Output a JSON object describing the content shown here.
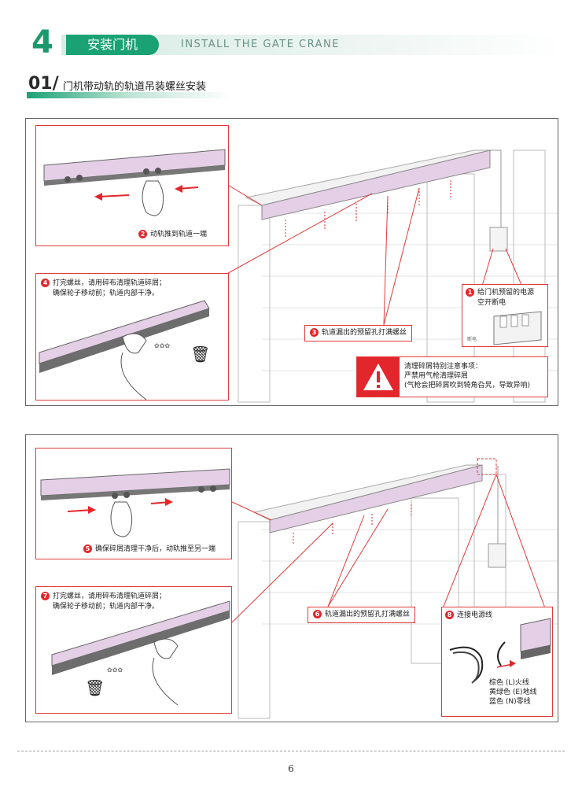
{
  "header": {
    "section_number": "4",
    "section_title_zh": "安装门机",
    "section_title_en": "INSTALL THE GATE CRANE"
  },
  "step": {
    "number": "01/",
    "title": "门机带动轨的轨道吊装螺丝安装"
  },
  "panel1": {
    "callout_1": {
      "badge": "1",
      "text_line1": "给门机预留的电源",
      "text_line2": "空开断电"
    },
    "callout_2": {
      "badge": "2",
      "text": "动轨推到轨道一端"
    },
    "callout_3": {
      "badge": "3",
      "text": "轨道漏出的预留孔打满螺丝"
    },
    "callout_4": {
      "badge": "4",
      "text_line1": "打完螺丝，请用碎布清理轨道碎屑；",
      "text_line2": "确保轮子移动前；轨道内部干净。"
    },
    "warning": {
      "title": "清理碎屑特别注意事项：",
      "line1": "严禁用气枪清理碎屑",
      "line2": "(气枪会把碎屑吹到犄角旮旯，导致异响)"
    },
    "breaker_label": "断电"
  },
  "panel2": {
    "callout_5": {
      "badge": "5",
      "text": "确保碎屑清理干净后，动轨推至另一端"
    },
    "callout_6": {
      "badge": "6",
      "text": "轨道漏出的预留孔打满螺丝"
    },
    "callout_7": {
      "badge": "7",
      "text_line1": "打完螺丝，请用碎布清理轨道碎屑；",
      "text_line2": "确保轮子移动前；轨道内部干净。"
    },
    "callout_8": {
      "badge": "8",
      "text": "连接电源线"
    },
    "wires": {
      "brown": "棕色 (L)火线",
      "yellow_green": "黄绿色 (E)地线",
      "blue": "蓝色 (N)零线"
    }
  },
  "footer": {
    "page_number": "6"
  },
  "colors": {
    "brand_green": "#1aa274",
    "callout_red": "#e3262b",
    "rail_lilac": "#e4cfe6"
  }
}
